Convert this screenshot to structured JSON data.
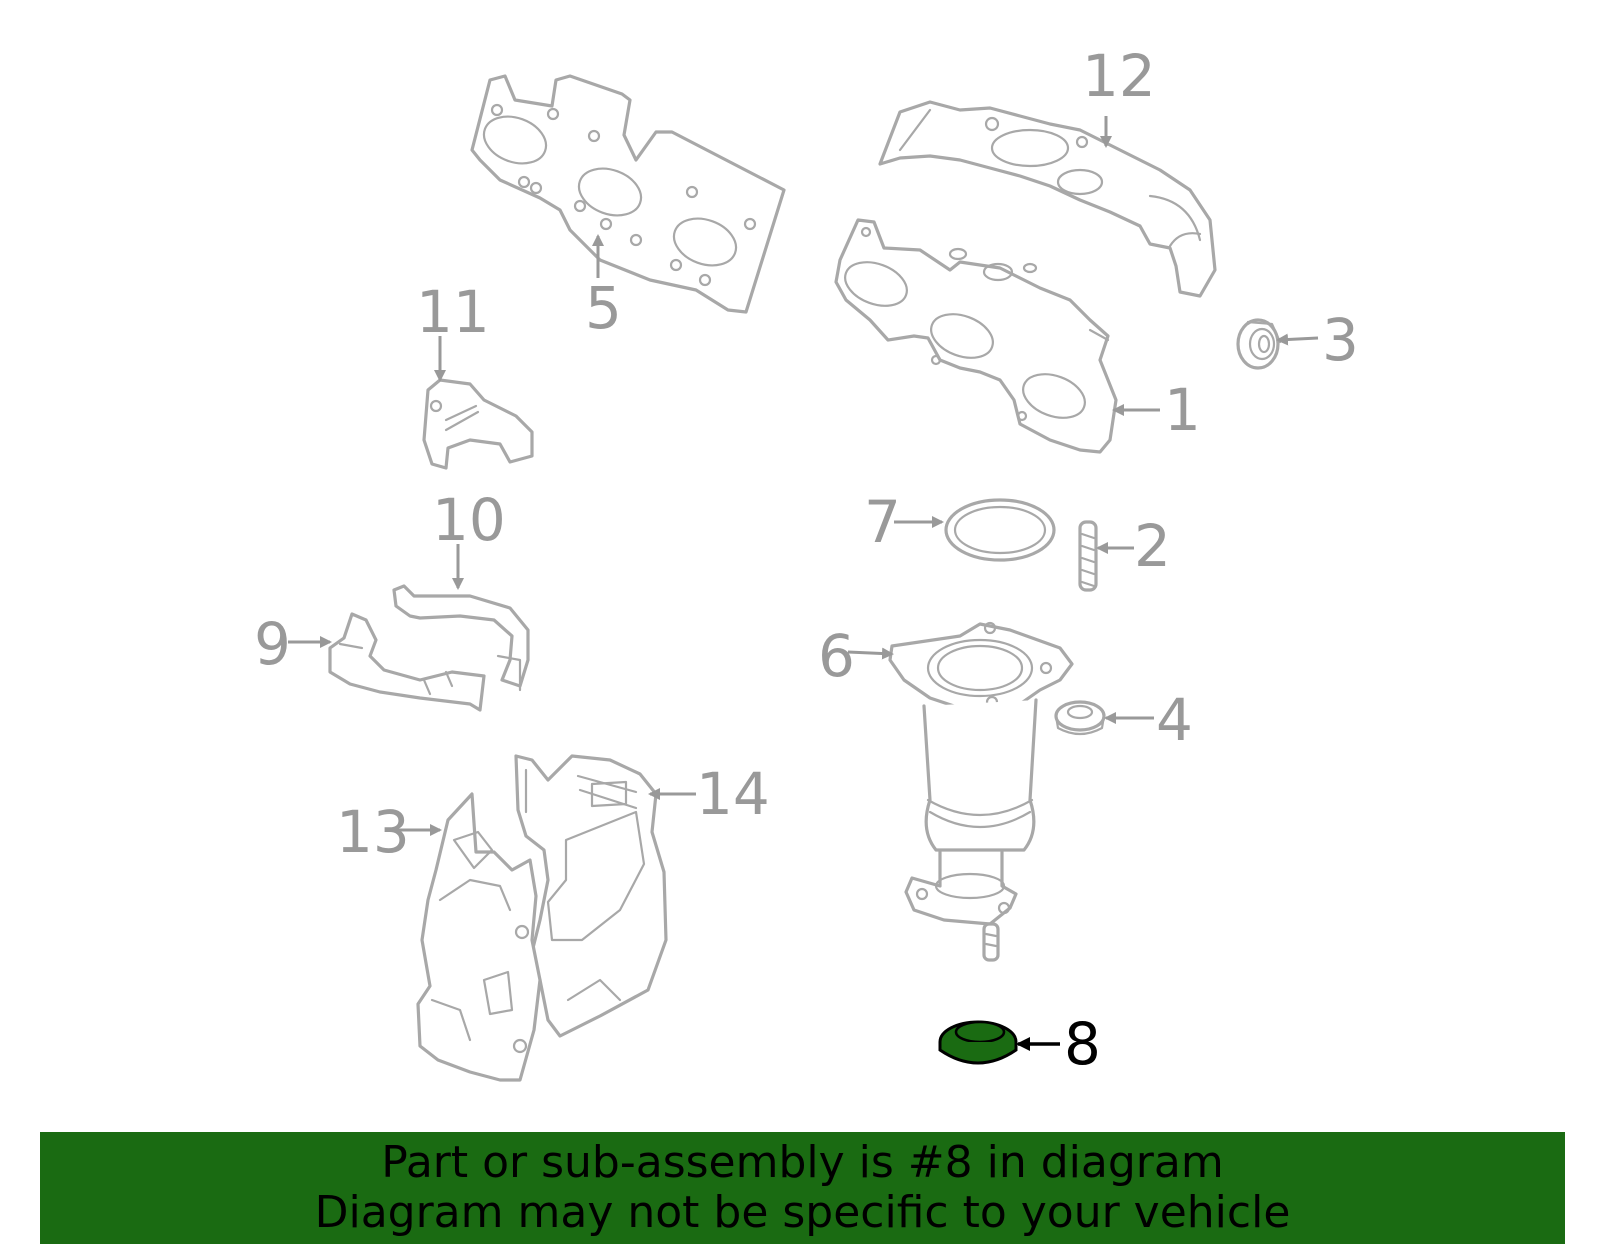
{
  "callouts": {
    "c1": "1",
    "c2": "2",
    "c3": "3",
    "c4": "4",
    "c5": "5",
    "c6": "6",
    "c7": "7",
    "c8": "8",
    "c9": "9",
    "c10": "10",
    "c11": "11",
    "c12": "12",
    "c13": "13",
    "c14": "14"
  },
  "highlight": {
    "part": "8",
    "color": "#1a6b12"
  },
  "banner": {
    "line1": "Part or sub-assembly is #8 in diagram",
    "line2": "Diagram may not be specific to your vehicle"
  }
}
